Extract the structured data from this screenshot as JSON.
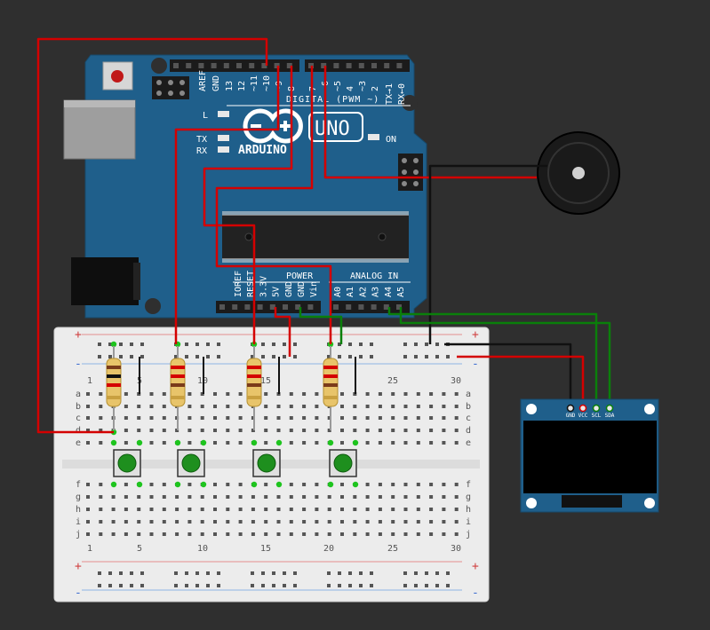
{
  "canvas": {
    "background": "#2f2f2f"
  },
  "arduino": {
    "logo_text": "ARDUINO",
    "model": "UNO",
    "color": "#1f5f8b",
    "labels": {
      "aref": "AREF",
      "gnd": "GND",
      "l": "L",
      "tx": "TX",
      "rx": "RX",
      "on": "ON",
      "digital": "DIGITAL (PWM ~)",
      "power": "POWER",
      "analog_in": "ANALOG IN"
    },
    "digital_pins": [
      "13",
      "12",
      "~11",
      "~10",
      "~9",
      "8",
      "7",
      "~6",
      "~5",
      "4",
      "~3",
      "2",
      "TX→1",
      "RX←0"
    ],
    "power_pins": [
      "IOREF",
      "RESET",
      "3.3V",
      "5V",
      "GND",
      "GND",
      "Vin"
    ],
    "analog_pins": [
      "A0",
      "A1",
      "A2",
      "A3",
      "A4",
      "A5"
    ]
  },
  "breadboard": {
    "column_numbers": [
      "1",
      "5",
      "10",
      "15",
      "20",
      "25",
      "30"
    ],
    "rows_top": [
      "a",
      "b",
      "c",
      "d",
      "e"
    ],
    "rows_bottom": [
      "f",
      "g",
      "h",
      "i",
      "j"
    ],
    "rail_plus": "+",
    "rail_minus": "-"
  },
  "oled": {
    "pins": [
      "GND",
      "VCC",
      "SCL",
      "SDA"
    ],
    "board_color": "#1f5f8b"
  },
  "buzzer": {
    "name": "buzzer"
  },
  "buttons": {
    "count": 4,
    "cap_color": "#1e8f1e"
  },
  "wires": {
    "red": "#d40000",
    "black": "#111111",
    "green": "#0a7f0a"
  }
}
